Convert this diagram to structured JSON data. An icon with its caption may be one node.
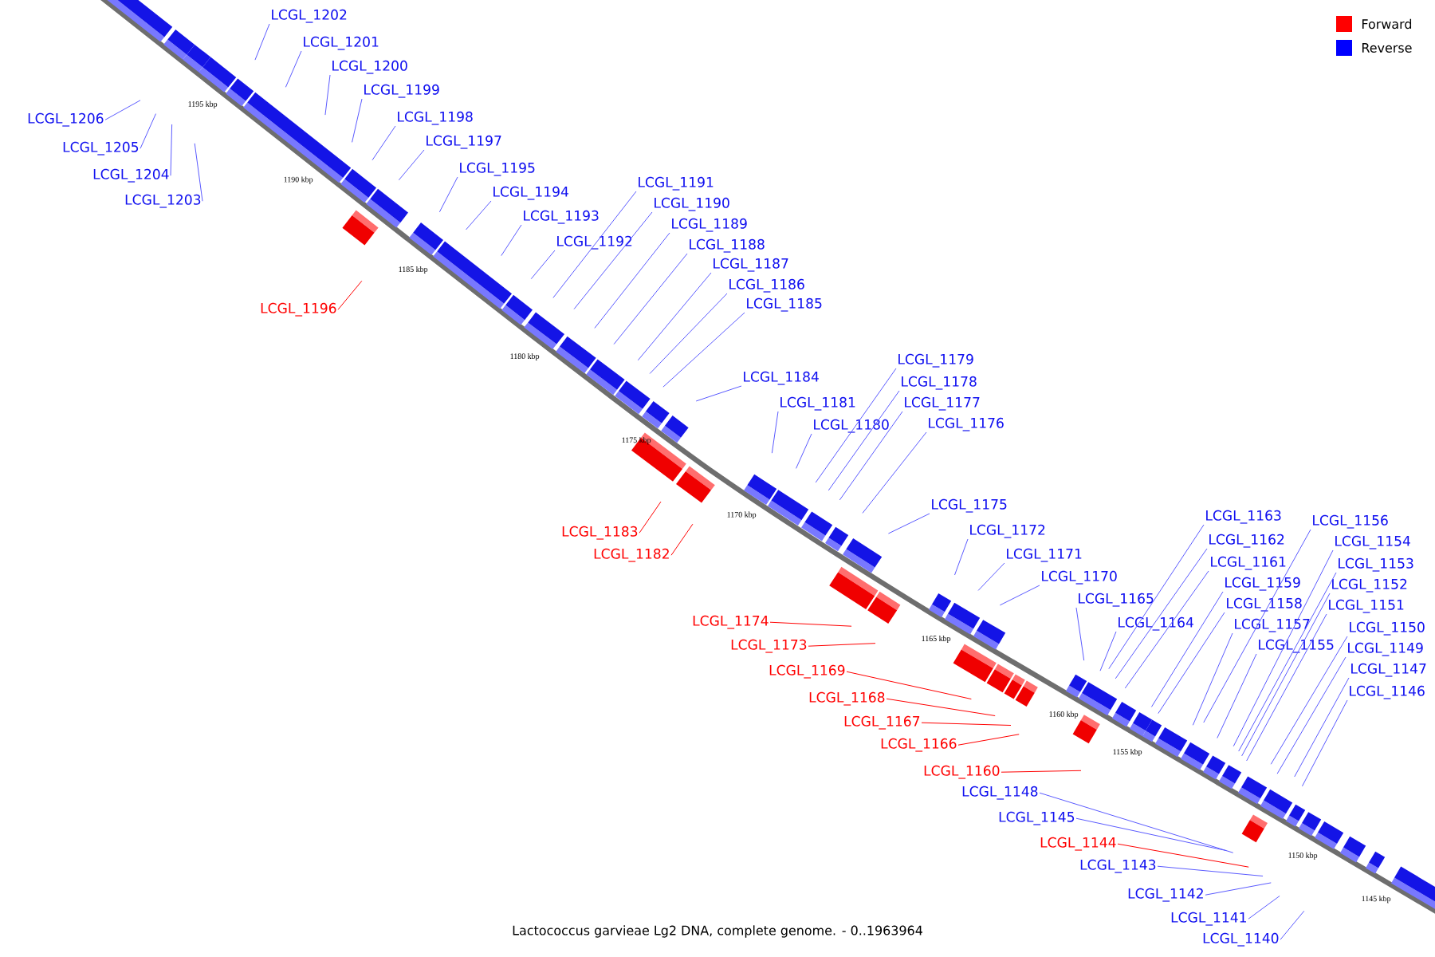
{
  "diagram": {
    "caption": "Lactococcus garvieae Lg2 DNA, complete genome. - 0..1963964",
    "nodes": [
      {
        "text": [
          "LCGL_1202"
        ]
      },
      {
        "text": [
          "LCGL_1201"
        ]
      },
      {
        "text": [
          "LCGL_1200"
        ]
      },
      {
        "text": [
          "LCGL_1199"
        ]
      },
      {
        "text": [
          "LCGL_1198"
        ]
      },
      {
        "text": [
          "LCGL_1197"
        ]
      },
      {
        "text": [
          "LCGL_1195"
        ]
      },
      {
        "text": [
          "LCGL_1194"
        ]
      },
      {
        "text": [
          "LCGL_1193"
        ]
      },
      {
        "text": [
          "LCGL_1192"
        ]
      },
      {
        "text": [
          "LCGL_1191"
        ]
      },
      {
        "text": [
          "LCGL_1190"
        ]
      },
      {
        "text": [
          "LCGL_1189"
        ]
      },
      {
        "text": [
          "LCGL_1188"
        ]
      },
      {
        "text": [
          "LCGL_1187"
        ]
      },
      {
        "text": [
          "LCGL_1186"
        ]
      },
      {
        "text": [
          "LCGL_1185"
        ]
      },
      {
        "text": [
          "LCGL_1184"
        ]
      },
      {
        "text": [
          "LCGL_1181"
        ]
      },
      {
        "text": [
          "LCGL_1180"
        ]
      },
      {
        "text": [
          "LCGL_1179"
        ]
      },
      {
        "text": [
          "LCGL_1178"
        ]
      },
      {
        "text": [
          "LCGL_1177"
        ]
      },
      {
        "text": [
          "LCGL_1176"
        ]
      },
      {
        "text": [
          "LCGL_1175"
        ]
      },
      {
        "text": [
          "LCGL_1172"
        ]
      },
      {
        "text": [
          "LCGL_1171"
        ]
      },
      {
        "text": [
          "LCGL_1170"
        ]
      },
      {
        "text": [
          "LCGL_1165"
        ]
      },
      {
        "text": [
          "LCGL_1164"
        ]
      },
      {
        "text": [
          "LCGL_1163"
        ]
      },
      {
        "text": [
          "LCGL_1162"
        ]
      },
      {
        "text": [
          "LCGL_1161"
        ]
      },
      {
        "text": [
          "LCGL_1159"
        ]
      },
      {
        "text": [
          "LCGL_1158"
        ]
      },
      {
        "text": [
          "LCGL_1157"
        ]
      },
      {
        "text": [
          "LCGL_1155"
        ]
      },
      {
        "text": [
          "LCGL_1156"
        ]
      },
      {
        "text": [
          "LCGL_1154"
        ]
      },
      {
        "text": [
          "LCGL_1153"
        ]
      },
      {
        "text": [
          "LCGL_1152"
        ]
      },
      {
        "text": [
          "LCGL_1151"
        ]
      },
      {
        "text": [
          "LCGL_1150"
        ]
      },
      {
        "text": [
          "LCGL_1149"
        ]
      },
      {
        "text": [
          "LCGL_1147"
        ]
      },
      {
        "text": [
          "LCGL_1146"
        ]
      },
      {
        "text": [
          "LCGL_1206"
        ]
      },
      {
        "text": [
          "LCGL_1205"
        ]
      },
      {
        "text": [
          "LCGL_1204"
        ]
      },
      {
        "text": [
          "LCGL_1203"
        ]
      },
      {
        "text": [
          "LCGL_1196"
        ]
      },
      {
        "text": [
          "LCGL_1183"
        ]
      },
      {
        "text": [
          "LCGL_1182"
        ]
      },
      {
        "text": [
          "LCGL_1174"
        ]
      },
      {
        "text": [
          "LCGL_1173"
        ]
      },
      {
        "text": [
          "LCGL_1169"
        ]
      },
      {
        "text": [
          "LCGL_1168"
        ]
      },
      {
        "text": [
          "LCGL_1167"
        ]
      },
      {
        "text": [
          "LCGL_1166"
        ]
      },
      {
        "text": [
          "LCGL_1160"
        ]
      },
      {
        "text": [
          "LCGL_1148"
        ]
      },
      {
        "text": [
          "LCGL_1145"
        ]
      },
      {
        "text": [
          "LCGL_1144"
        ]
      },
      {
        "text": [
          "LCGL_1143"
        ]
      },
      {
        "text": [
          "LCGL_1142"
        ]
      },
      {
        "text": [
          "LCGL_1141"
        ]
      },
      {
        "text": [
          "LCGL_1140"
        ]
      }
    ],
    "edges": [
      {
        "from": 0,
        "to": null,
        "arrow": "none"
      },
      {
        "from": 1,
        "to": null,
        "arrow": "none"
      },
      {
        "from": 2,
        "to": null,
        "arrow": "none"
      },
      {
        "from": 3,
        "to": null,
        "arrow": "none"
      },
      {
        "from": 4,
        "to": null,
        "arrow": "none"
      },
      {
        "from": 5,
        "to": null,
        "arrow": "none"
      },
      {
        "from": 6,
        "to": null,
        "arrow": "none"
      },
      {
        "from": 7,
        "to": null,
        "arrow": "none"
      },
      {
        "from": 8,
        "to": null,
        "arrow": "none"
      },
      {
        "from": 9,
        "to": null,
        "arrow": "none"
      },
      {
        "from": 10,
        "to": null,
        "arrow": "none"
      },
      {
        "from": 11,
        "to": null,
        "arrow": "none"
      },
      {
        "from": 12,
        "to": null,
        "arrow": "none"
      },
      {
        "from": 13,
        "to": null,
        "arrow": "none"
      },
      {
        "from": 14,
        "to": null,
        "arrow": "none"
      },
      {
        "from": 15,
        "to": null,
        "arrow": "none"
      },
      {
        "from": 16,
        "to": null,
        "arrow": "none"
      },
      {
        "from": 17,
        "to": null,
        "arrow": "none"
      },
      {
        "from": 18,
        "to": null,
        "arrow": "none"
      },
      {
        "from": 19,
        "to": null,
        "arrow": "none"
      },
      {
        "from": 20,
        "to": null,
        "arrow": "none"
      },
      {
        "from": 21,
        "to": null,
        "arrow": "none"
      },
      {
        "from": 22,
        "to": null,
        "arrow": "none"
      },
      {
        "from": 23,
        "to": null,
        "arrow": "none"
      },
      {
        "from": 24,
        "to": null,
        "arrow": "none"
      },
      {
        "from": 25,
        "to": null,
        "arrow": "none"
      },
      {
        "from": 26,
        "to": null,
        "arrow": "none"
      },
      {
        "from": 27,
        "to": null,
        "arrow": "none"
      },
      {
        "from": 28,
        "to": null,
        "arrow": "none"
      },
      {
        "from": 29,
        "to": null,
        "arrow": "none"
      },
      {
        "from": 30,
        "to": null,
        "arrow": "none"
      },
      {
        "from": 31,
        "to": null,
        "arrow": "none"
      },
      {
        "from": 32,
        "to": null,
        "arrow": "none"
      },
      {
        "from": 33,
        "to": null,
        "arrow": "none"
      },
      {
        "from": 34,
        "to": null,
        "arrow": "none"
      },
      {
        "from": 35,
        "to": null,
        "arrow": "none"
      },
      {
        "from": 36,
        "to": null,
        "arrow": "none"
      },
      {
        "from": 37,
        "to": null,
        "arrow": "none"
      },
      {
        "from": 38,
        "to": null,
        "arrow": "none"
      },
      {
        "from": 39,
        "to": null,
        "arrow": "none"
      },
      {
        "from": 40,
        "to": null,
        "arrow": "none"
      },
      {
        "from": 41,
        "to": null,
        "arrow": "none"
      },
      {
        "from": 42,
        "to": null,
        "arrow": "none"
      },
      {
        "from": 43,
        "to": null,
        "arrow": "none"
      },
      {
        "from": 44,
        "to": null,
        "arrow": "none"
      },
      {
        "from": 45,
        "to": null,
        "arrow": "none"
      },
      {
        "from": 46,
        "to": null,
        "arrow": "none"
      },
      {
        "from": 47,
        "to": null,
        "arrow": "none"
      },
      {
        "from": 48,
        "to": null,
        "arrow": "none"
      },
      {
        "from": 49,
        "to": null,
        "arrow": "none"
      },
      {
        "from": 50,
        "to": null,
        "arrow": "none",
        "color": "#ff0000"
      },
      {
        "from": 51,
        "to": null,
        "arrow": "none",
        "color": "#ff0000"
      },
      {
        "from": 52,
        "to": null,
        "arrow": "none",
        "color": "#ff0000"
      },
      {
        "from": 53,
        "to": null,
        "arrow": "none",
        "color": "#ff0000"
      },
      {
        "from": 54,
        "to": null,
        "arrow": "none",
        "color": "#ff0000"
      },
      {
        "from": 55,
        "to": null,
        "arrow": "none",
        "color": "#ff0000"
      },
      {
        "from": 56,
        "to": null,
        "arrow": "none",
        "color": "#ff0000"
      },
      {
        "from": 57,
        "to": null,
        "arrow": "none",
        "color": "#ff0000"
      },
      {
        "from": 58,
        "to": null,
        "arrow": "none",
        "color": "#ff0000"
      },
      {
        "from": 59,
        "to": null,
        "arrow": "none",
        "color": "#ff0000"
      },
      {
        "from": 60,
        "to": null,
        "arrow": "none"
      },
      {
        "from": 61,
        "to": null,
        "arrow": "none"
      },
      {
        "from": 62,
        "to": null,
        "arrow": "none",
        "color": "#ff0000"
      },
      {
        "from": 63,
        "to": null,
        "arrow": "none"
      },
      {
        "from": 64,
        "to": null,
        "arrow": "none"
      },
      {
        "from": 65,
        "to": null,
        "arrow": "none"
      },
      {
        "from": 66,
        "to": null,
        "arrow": "none"
      }
    ],
    "labels": [
      "1195 kbp",
      "1190 kbp",
      "1185 kbp",
      "1180 kbp",
      "1175 kbp",
      "1170 kbp",
      "1165 kbp",
      "1160 kbp",
      "1155 kbp",
      "1150 kbp",
      "1145 kbp"
    ],
    "legend": [
      {
        "text": "Forward",
        "color": "#ff0000"
      },
      {
        "text": "Reverse",
        "color": "#0000ff"
      }
    ]
  }
}
